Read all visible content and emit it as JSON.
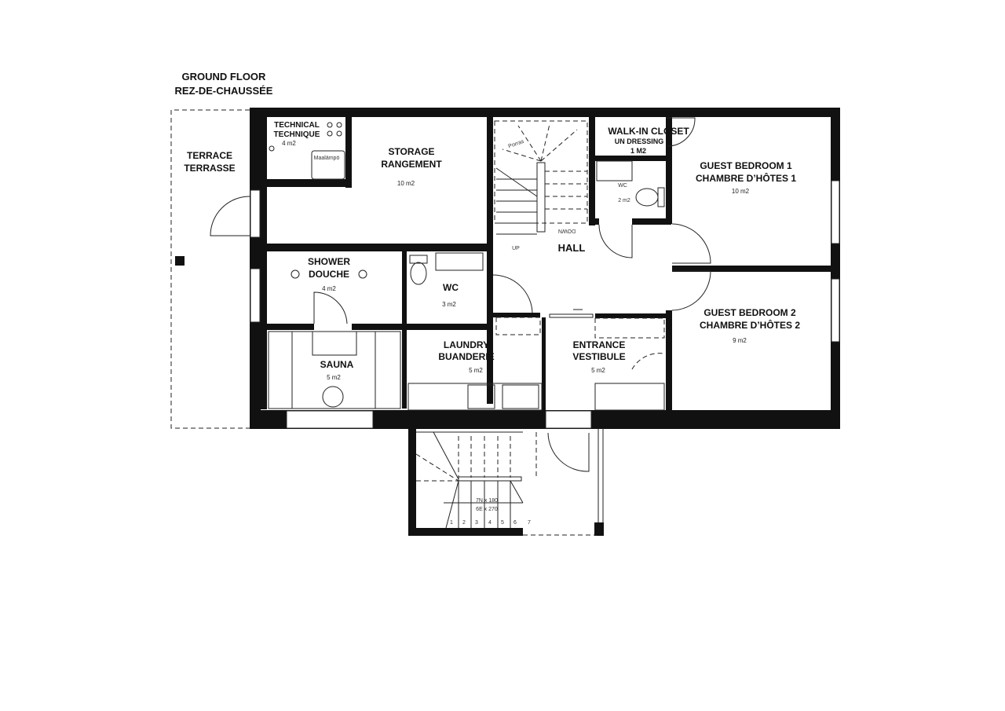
{
  "title": {
    "line1": "GROUND FLOOR",
    "line2": "REZ-DE-CHAUSSÉE"
  },
  "rooms": {
    "terrace": {
      "en": "TERRACE",
      "fr": "TERRASSE"
    },
    "technical": {
      "en": "TECHNICAL",
      "fr": "TECHNIQUE",
      "area": "4 m2",
      "device": "Maalämpö"
    },
    "storage": {
      "en": "STORAGE",
      "fr": "RANGEMENT",
      "area": "10 m2"
    },
    "stairs": {
      "label": "Porras",
      "up": "UP",
      "down": "DOWN"
    },
    "walkin": {
      "en": "WALK-IN CLOSET",
      "fr": "UN DRESSING",
      "area": "1 M2"
    },
    "wc_small": {
      "en": "WC",
      "area": "2 m2"
    },
    "guest1": {
      "en": "GUEST BEDROOM 1",
      "fr": "CHAMBRE D’HÔTES 1",
      "area": "10 m2"
    },
    "guest2": {
      "en": "GUEST BEDROOM 2",
      "fr": "CHAMBRE D’HÔTES 2",
      "area": "9 m2"
    },
    "hall": {
      "en": "HALL"
    },
    "shower": {
      "en": "SHOWER",
      "fr": "DOUCHE",
      "area": "4 m2"
    },
    "wc": {
      "en": "WC",
      "area": "3 m2"
    },
    "sauna": {
      "en": "SAUNA",
      "area": "5 m2"
    },
    "laundry": {
      "en": "LAUNDRY",
      "fr": "BUANDERIE",
      "area": "5 m2"
    },
    "entrance": {
      "en": "ENTRANCE",
      "fr": "VESTIBULE",
      "area": "5 m2"
    }
  },
  "outer_stairs": {
    "rise": "7N x 180",
    "run": "6E x 270",
    "steps": [
      "1",
      "2",
      "3",
      "4",
      "5",
      "6",
      "7"
    ]
  }
}
